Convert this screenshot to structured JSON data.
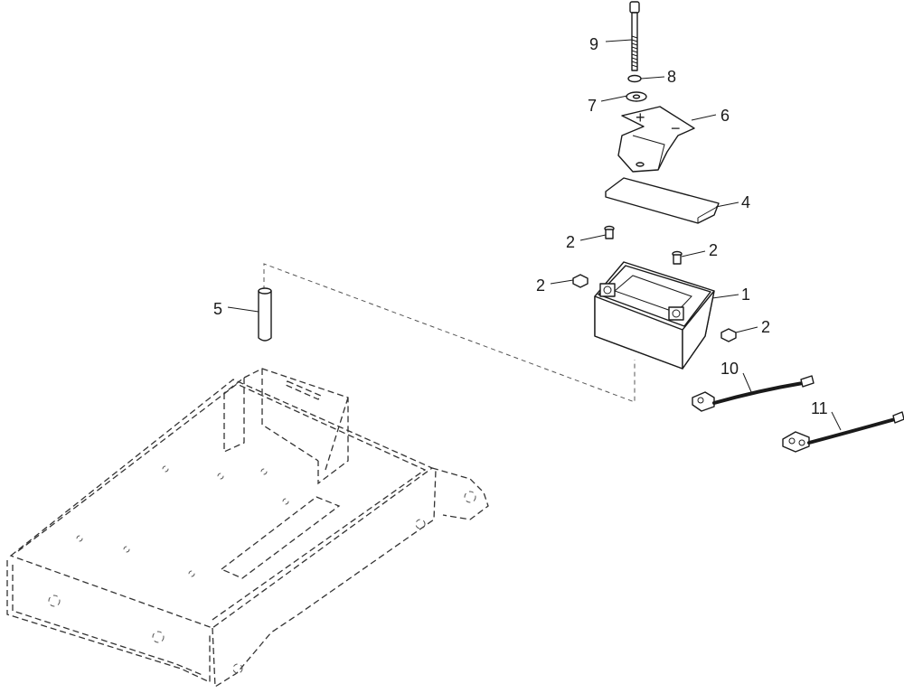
{
  "callouts": {
    "c1": "1",
    "c2a": "2",
    "c2b": "2",
    "c2c": "2",
    "c2d": "2",
    "c4": "4",
    "c5": "5",
    "c6": "6",
    "c7": "7",
    "c8": "8",
    "c9": "9",
    "c10": "10",
    "c11": "11"
  },
  "battery_terminals": {
    "plus": "+",
    "minus": "−"
  }
}
